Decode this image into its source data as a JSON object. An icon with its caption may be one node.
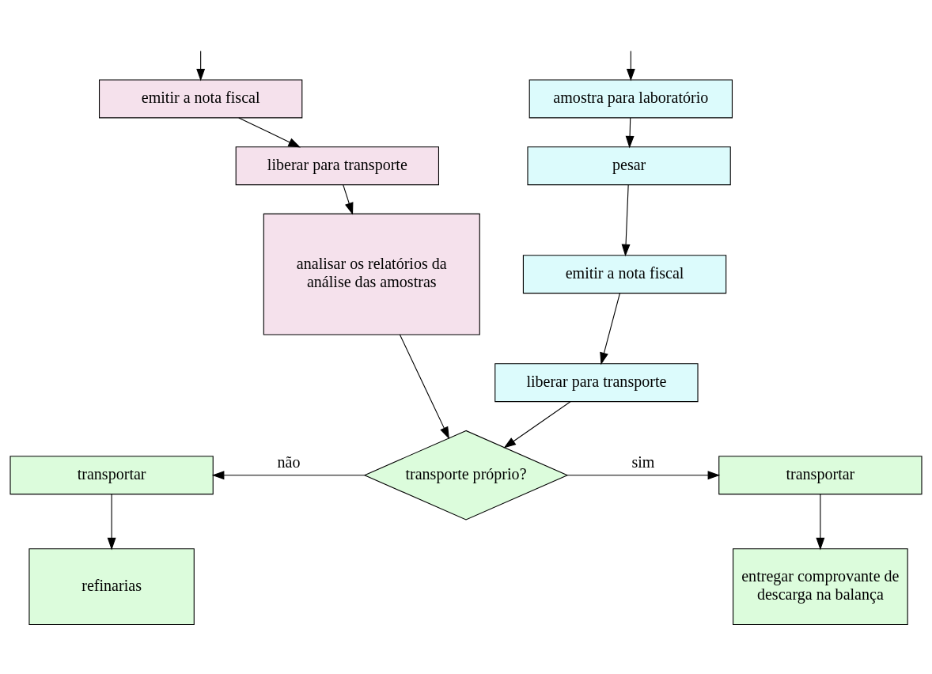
{
  "diagram": {
    "nodes": [
      {
        "text": [
          "emitir a nota fiscal"
        ]
      },
      {
        "text": [
          "liberar para transporte"
        ]
      },
      {
        "text": [
          "analisar os relatórios da análise das amostras"
        ]
      },
      {
        "text": [
          "amostra para laboratório"
        ]
      },
      {
        "text": [
          "pesar"
        ]
      },
      {
        "text": [
          "emitir a nota fiscal"
        ]
      },
      {
        "text": [
          "liberar para transporte"
        ]
      },
      {
        "text": [
          "transporte próprio?"
        ]
      },
      {
        "text": [
          "transportar"
        ]
      },
      {
        "text": [
          "refinarias"
        ]
      },
      {
        "text": [
          "transportar"
        ]
      },
      {
        "text": [
          "entregar comprovante de descarga na balança"
        ]
      }
    ],
    "edges": [
      {
        "from": null,
        "to": 0,
        "arrow": "to"
      },
      {
        "from": 0,
        "to": 1,
        "arrow": "to"
      },
      {
        "from": 1,
        "to": 2,
        "arrow": "to"
      },
      {
        "from": null,
        "to": 3,
        "arrow": "to"
      },
      {
        "from": 3,
        "to": 4,
        "arrow": "to"
      },
      {
        "from": 4,
        "to": 5,
        "arrow": "to"
      },
      {
        "from": 5,
        "to": 6,
        "arrow": "to"
      },
      {
        "from": 2,
        "to": 7,
        "arrow": "to"
      },
      {
        "from": 6,
        "to": 7,
        "arrow": "to"
      },
      {
        "from": 7,
        "to": 8,
        "arrow": "to",
        "label": "não"
      },
      {
        "from": 7,
        "to": 10,
        "arrow": "to",
        "label": "sim"
      },
      {
        "from": 8,
        "to": 9,
        "arrow": "to"
      },
      {
        "from": 10,
        "to": 11,
        "arrow": "to"
      }
    ]
  }
}
